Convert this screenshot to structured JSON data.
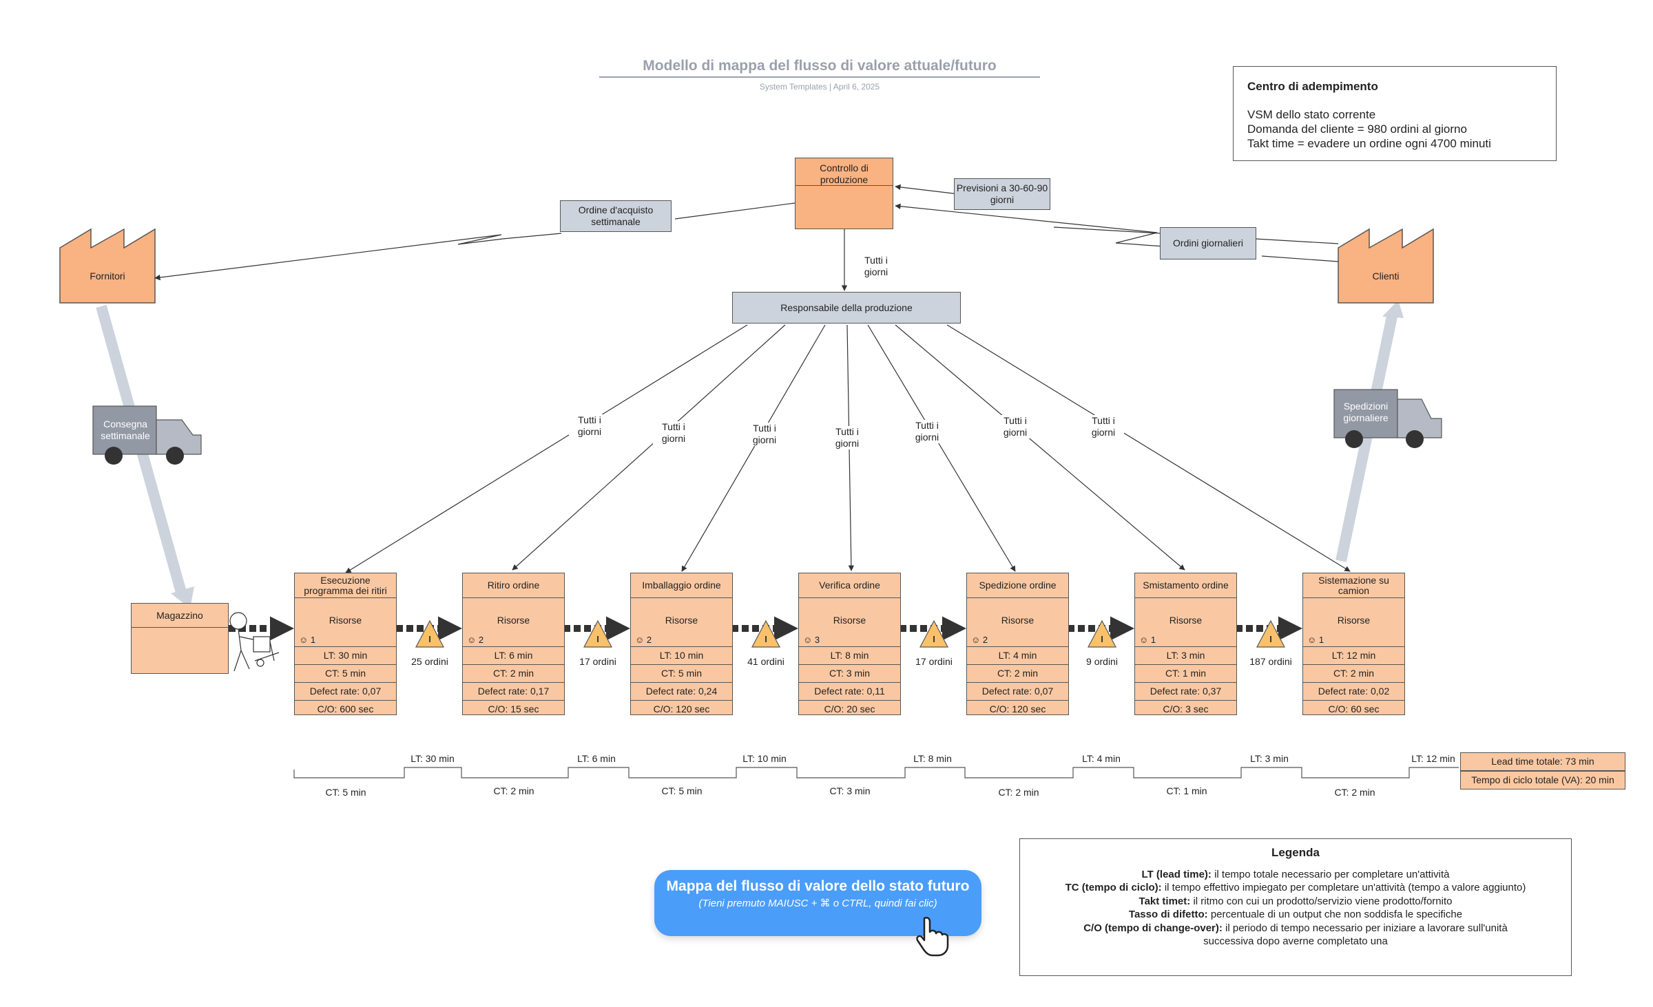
{
  "header": {
    "title": "Modello di mappa del flusso di valore attuale/futuro",
    "subtitle": "System Templates  |  April 6, 2025"
  },
  "info": {
    "heading": "Centro di adempimento",
    "line1": "VSM dello stato corrente",
    "line2": "Domanda del cliente = 980 ordini al giorno",
    "line3": "Takt time = evadere un ordine ogni 4700 minuti"
  },
  "control": {
    "label": "Controllo di produzione"
  },
  "supplier": {
    "label": "Fornitori"
  },
  "customer": {
    "label": "Clienti"
  },
  "purchase_order": {
    "label": "Ordine d'acquisto settimanale"
  },
  "forecast": {
    "label": "Previsioni a 30-60-90 giorni"
  },
  "daily_orders": {
    "label": "Ordini giornalieri"
  },
  "production_manager": {
    "label": "Responsabile della produzione"
  },
  "every_day": "Tutti i giorni",
  "weekly_delivery": "Consegna settimanale",
  "daily_shipments": "Spedizioni giornaliere",
  "warehouse": {
    "label": "Magazzino"
  },
  "processes": [
    {
      "name": "Esecuzione programma dei ritiri",
      "resources": "Risorse",
      "operators": "1",
      "lt": "LT: 30 min",
      "ct": "CT: 5 min",
      "defect": "Defect rate: 0,07",
      "co": "C/O: 600 sec"
    },
    {
      "name": "Ritiro ordine",
      "resources": "Risorse",
      "operators": "2",
      "lt": "LT: 6 min",
      "ct": "CT: 2 min",
      "defect": "Defect rate: 0,17",
      "co": "C/O: 15 sec"
    },
    {
      "name": "Imballaggio ordine",
      "resources": "Risorse",
      "operators": "2",
      "lt": "LT: 10 min",
      "ct": "CT: 5 min",
      "defect": "Defect rate: 0,24",
      "co": "C/O: 120 sec"
    },
    {
      "name": "Verifica ordine",
      "resources": "Risorse",
      "operators": "3",
      "lt": "LT: 8 min",
      "ct": "CT: 3 min",
      "defect": "Defect rate: 0,11",
      "co": "C/O: 20 sec"
    },
    {
      "name": "Spedizione ordine",
      "resources": "Risorse",
      "operators": "2",
      "lt": "LT: 4 min",
      "ct": "CT: 2 min",
      "defect": "Defect rate: 0,07",
      "co": "C/O: 120 sec"
    },
    {
      "name": "Smistamento ordine",
      "resources": "Risorse",
      "operators": "1",
      "lt": "LT: 3 min",
      "ct": "CT: 1 min",
      "defect": "Defect rate: 0,37",
      "co": "C/O: 3 sec"
    },
    {
      "name": "Sistemazione su camion",
      "resources": "Risorse",
      "operators": "1",
      "lt": "LT: 12 min",
      "ct": "CT: 2 min",
      "defect": "Defect rate: 0,02",
      "co": "C/O: 60 sec"
    }
  ],
  "inventory": [
    "25 ordini",
    "17 ordini",
    "41 ordini",
    "17 ordini",
    "9 ordini",
    "187 ordini"
  ],
  "inventory_symbol": "I",
  "timeline": {
    "lt": [
      "LT: 30 min",
      "LT: 6 min",
      "LT: 10 min",
      "LT: 8 min",
      "LT: 4 min",
      "LT: 3 min",
      "LT: 12 min"
    ],
    "ct": [
      "CT: 5 min",
      "CT: 2 min",
      "CT: 5 min",
      "CT: 3 min",
      "CT: 2 min",
      "CT: 1 min",
      "CT: 2 min"
    ],
    "total_lead": "Lead time totale: 73 min",
    "total_cycle": "Tempo di ciclo totale (VA): 20 min"
  },
  "future_button": {
    "title": "Mappa del flusso di valore dello stato futuro",
    "hint": "(Tieni premuto MAIUSC + ⌘ o CTRL, quindi fai clic)"
  },
  "legend": {
    "heading": "Legenda",
    "items": [
      {
        "term": "LT (lead time):",
        "desc": "il tempo totale necessario per completare un'attività"
      },
      {
        "term": "TC (tempo di ciclo):",
        "desc": "il tempo effettivo impiegato per completare un'attività (tempo a valore aggiunto)"
      },
      {
        "term": "Takt timet:",
        "desc": "il ritmo con cui un prodotto/servizio viene prodotto/fornito"
      },
      {
        "term": "Tasso di difetto:",
        "desc": "percentuale di un output che non soddisfa le specifiche"
      },
      {
        "term": "C/O (tempo di change-over):",
        "desc": "il periodo di tempo necessario per iniziare a lavorare sull'unità successiva dopo averne completato una"
      }
    ]
  },
  "colors": {
    "process": "#f9c8a2",
    "factory": "#f9b282",
    "info_box": "#cdd3dc",
    "truck": "#9298a4",
    "inventory": "#fbc16a",
    "button": "#4b9dfa",
    "title": "#9aa0ab"
  }
}
